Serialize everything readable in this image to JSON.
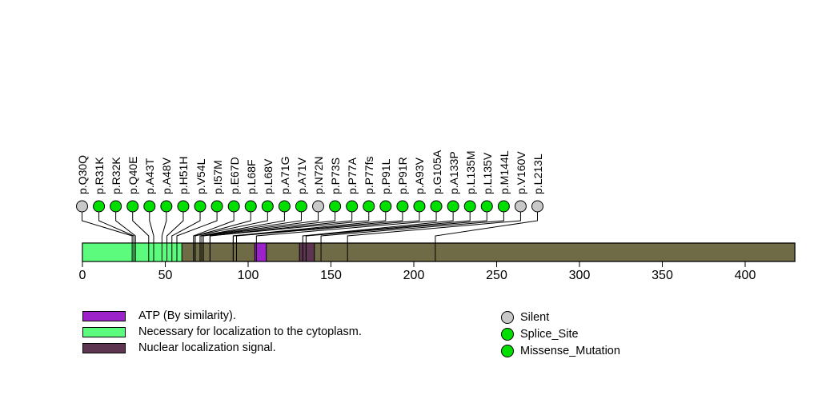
{
  "chart_data": {
    "type": "lollipop",
    "protein_length": 430,
    "axis": {
      "min": 0,
      "max": 430,
      "ticks": [
        0,
        50,
        100,
        150,
        200,
        250,
        300,
        350,
        400
      ]
    },
    "bar_color": "#6F6B46",
    "domains": [
      {
        "name": "ATP (By similarity).",
        "start": 104,
        "end": 111,
        "color": "#9C22C9"
      },
      {
        "name": "Necessary for localization to the cytoplasm.",
        "start": 0,
        "end": 60,
        "color": "#5CFB7D"
      },
      {
        "name": "Nuclear localization signal.",
        "start": 131,
        "end": 140,
        "color": "#5E3550"
      }
    ],
    "type_colors": {
      "Silent": "#C8C8C8",
      "Splice_Site": "#00DF00",
      "Missense_Mutation": "#00DF00"
    },
    "mutation_type_legend": [
      {
        "label": "Silent",
        "color": "#C8C8C8"
      },
      {
        "label": "Splice_Site",
        "color": "#00DF00"
      },
      {
        "label": "Missense_Mutation",
        "color": "#00DF00"
      }
    ],
    "mutations": [
      {
        "label": "p.Q30Q",
        "pos": 30,
        "type": "Silent"
      },
      {
        "label": "p.R31K",
        "pos": 31,
        "type": "Missense_Mutation"
      },
      {
        "label": "p.R32K",
        "pos": 32,
        "type": "Missense_Mutation"
      },
      {
        "label": "p.Q40E",
        "pos": 40,
        "type": "Missense_Mutation"
      },
      {
        "label": "p.A43T",
        "pos": 43,
        "type": "Missense_Mutation"
      },
      {
        "label": "p.A48V",
        "pos": 48,
        "type": "Missense_Mutation"
      },
      {
        "label": "p.H51H",
        "pos": 51,
        "type": "Splice_Site"
      },
      {
        "label": "p.V54L",
        "pos": 54,
        "type": "Missense_Mutation"
      },
      {
        "label": "p.I57M",
        "pos": 57,
        "type": "Missense_Mutation"
      },
      {
        "label": "p.E67D",
        "pos": 67,
        "type": "Missense_Mutation"
      },
      {
        "label": "p.L68F",
        "pos": 68,
        "type": "Missense_Mutation"
      },
      {
        "label": "p.L68V",
        "pos": 68,
        "type": "Missense_Mutation"
      },
      {
        "label": "p.A71G",
        "pos": 71,
        "type": "Missense_Mutation"
      },
      {
        "label": "p.A71V",
        "pos": 71,
        "type": "Missense_Mutation"
      },
      {
        "label": "p.N72N",
        "pos": 72,
        "type": "Silent"
      },
      {
        "label": "p.P73S",
        "pos": 73,
        "type": "Missense_Mutation"
      },
      {
        "label": "p.P77A",
        "pos": 77,
        "type": "Missense_Mutation"
      },
      {
        "label": "p.P77fs",
        "pos": 77,
        "type": "Splice_Site"
      },
      {
        "label": "p.P91L",
        "pos": 91,
        "type": "Missense_Mutation"
      },
      {
        "label": "p.P91R",
        "pos": 91,
        "type": "Missense_Mutation"
      },
      {
        "label": "p.A93V",
        "pos": 93,
        "type": "Missense_Mutation"
      },
      {
        "label": "p.G105A",
        "pos": 105,
        "type": "Missense_Mutation"
      },
      {
        "label": "p.A133P",
        "pos": 133,
        "type": "Missense_Mutation"
      },
      {
        "label": "p.L135M",
        "pos": 135,
        "type": "Missense_Mutation"
      },
      {
        "label": "p.L135V",
        "pos": 135,
        "type": "Missense_Mutation"
      },
      {
        "label": "p.M144L",
        "pos": 144,
        "type": "Missense_Mutation"
      },
      {
        "label": "p.V160V",
        "pos": 160,
        "type": "Silent"
      },
      {
        "label": "p.L213L",
        "pos": 213,
        "type": "Silent"
      }
    ]
  }
}
